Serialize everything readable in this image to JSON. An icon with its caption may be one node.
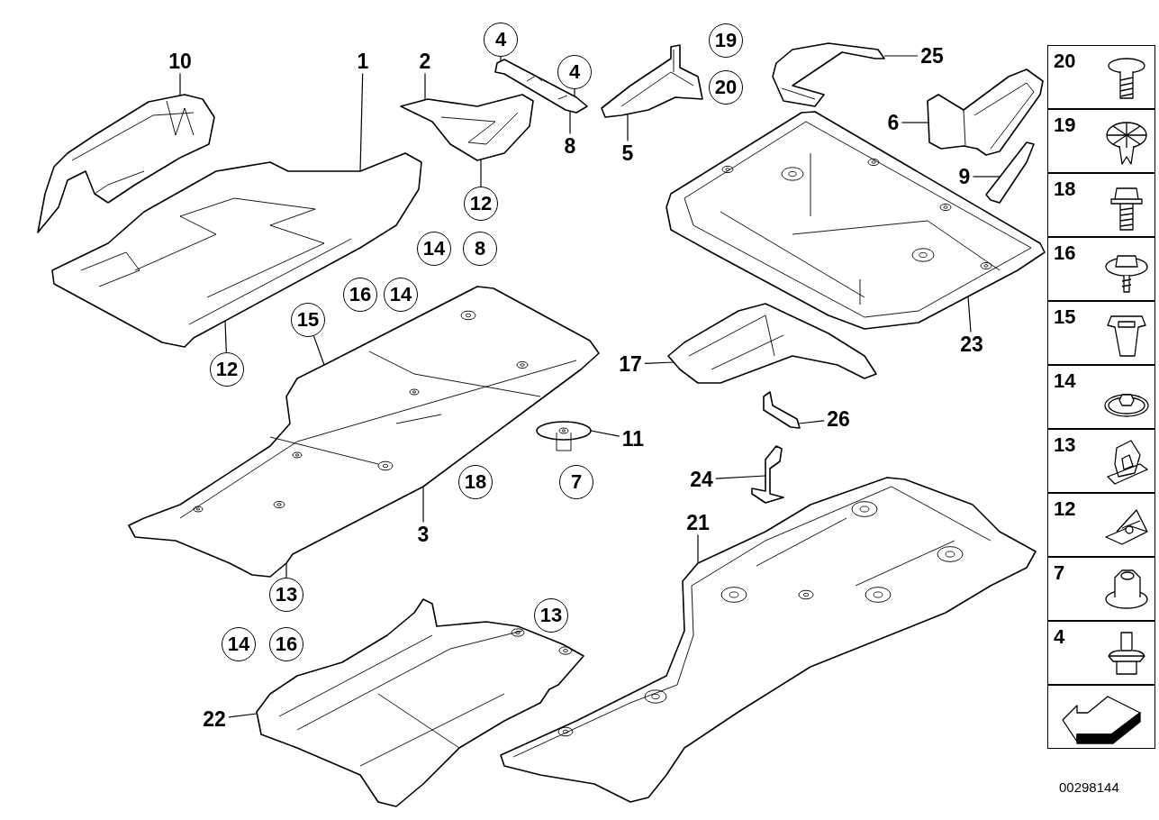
{
  "diagram": {
    "nodes": [
      {
        "text": [],
        "shape": "picture"
      },
      {
        "text": [],
        "shape": "picture"
      },
      {
        "text": [],
        "shape": "picture"
      },
      {
        "text": [],
        "shape": "picture"
      },
      {
        "text": [],
        "shape": "picture"
      },
      {
        "text": [],
        "shape": "picture"
      },
      {
        "text": [],
        "shape": "picture"
      },
      {
        "text": [],
        "shape": "picture"
      },
      {
        "text": [],
        "shape": "picture"
      },
      {
        "text": [],
        "shape": "picture"
      },
      {
        "text": [],
        "shape": "picture"
      },
      {
        "text": [],
        "shape": "picture"
      },
      {
        "text": [],
        "shape": "picture"
      },
      {
        "text": [],
        "shape": "picture"
      },
      {
        "text": [],
        "shape": "picture"
      },
      {
        "text": [],
        "shape": "picture"
      },
      {
        "text": [
          "10"
        ]
      },
      {
        "text": [
          "1"
        ]
      },
      {
        "text": [
          "2"
        ]
      },
      {
        "text": [
          "4"
        ]
      },
      {
        "text": [
          "4"
        ]
      },
      {
        "text": [
          "8"
        ]
      },
      {
        "text": [
          "5"
        ]
      },
      {
        "text": [
          "19"
        ]
      },
      {
        "text": [
          "20"
        ]
      },
      {
        "text": [
          "25"
        ]
      },
      {
        "text": [
          "6"
        ]
      },
      {
        "text": [
          "9"
        ]
      },
      {
        "text": [
          "12"
        ]
      },
      {
        "text": [
          "14"
        ]
      },
      {
        "text": [
          "8"
        ]
      },
      {
        "text": [
          "16"
        ]
      },
      {
        "text": [
          "14"
        ]
      },
      {
        "text": [
          "15"
        ]
      },
      {
        "text": [
          "12"
        ]
      },
      {
        "text": [
          "23"
        ]
      },
      {
        "text": [
          "17"
        ]
      },
      {
        "text": [
          "26"
        ]
      },
      {
        "text": [
          "11"
        ]
      },
      {
        "text": [
          "18"
        ]
      },
      {
        "text": [
          "7"
        ]
      },
      {
        "text": [
          "24"
        ]
      },
      {
        "text": [
          "3"
        ]
      },
      {
        "text": [
          "21"
        ]
      },
      {
        "text": [
          "13"
        ]
      },
      {
        "text": [
          "13"
        ]
      },
      {
        "text": [
          "14"
        ]
      },
      {
        "text": [
          "16"
        ]
      },
      {
        "text": [
          "22"
        ]
      },
      {
        "text": [
          "20"
        ]
      },
      {
        "text": [
          "19"
        ]
      },
      {
        "text": [
          "18"
        ]
      },
      {
        "text": [
          "16"
        ]
      },
      {
        "text": [
          "15"
        ]
      },
      {
        "text": [
          "14"
        ]
      },
      {
        "text": [
          "13"
        ]
      },
      {
        "text": [
          "12"
        ]
      },
      {
        "text": [
          "7"
        ]
      },
      {
        "text": [
          "4"
        ]
      },
      {
        "text": [],
        "shape": "box"
      }
    ],
    "edges": [
      {
        "from": 16,
        "to": 0,
        "arrow": "none"
      },
      {
        "from": 17,
        "to": 1,
        "arrow": "none"
      },
      {
        "from": 18,
        "to": 2,
        "arrow": "none"
      },
      {
        "from": 19,
        "to": 3,
        "arrow": "none"
      },
      {
        "from": 20,
        "to": 3,
        "arrow": "none"
      },
      {
        "from": 21,
        "to": 3,
        "arrow": "none"
      },
      {
        "from": 22,
        "to": 4,
        "arrow": "none"
      },
      {
        "from": 25,
        "to": 5,
        "arrow": "none"
      },
      {
        "from": 26,
        "to": 6,
        "arrow": "none"
      },
      {
        "from": 27,
        "to": 7,
        "arrow": "none"
      },
      {
        "from": 28,
        "to": 2,
        "arrow": "none"
      },
      {
        "from": 33,
        "to": 12,
        "arrow": "none"
      },
      {
        "from": 34,
        "to": 1,
        "arrow": "none"
      },
      {
        "from": 35,
        "to": 8,
        "arrow": "none"
      },
      {
        "from": 36,
        "to": 9,
        "arrow": "none"
      },
      {
        "from": 37,
        "to": 10,
        "arrow": "none"
      },
      {
        "from": 38,
        "to": 11,
        "arrow": "none"
      },
      {
        "from": 41,
        "to": 13,
        "arrow": "none"
      },
      {
        "from": 42,
        "to": 12,
        "arrow": "none"
      },
      {
        "from": 43,
        "to": 14,
        "arrow": "none"
      },
      {
        "from": 44,
        "to": 12,
        "arrow": "none"
      },
      {
        "from": 48,
        "to": 15,
        "arrow": "none"
      }
    ],
    "labels": [
      "00298144"
    ]
  }
}
